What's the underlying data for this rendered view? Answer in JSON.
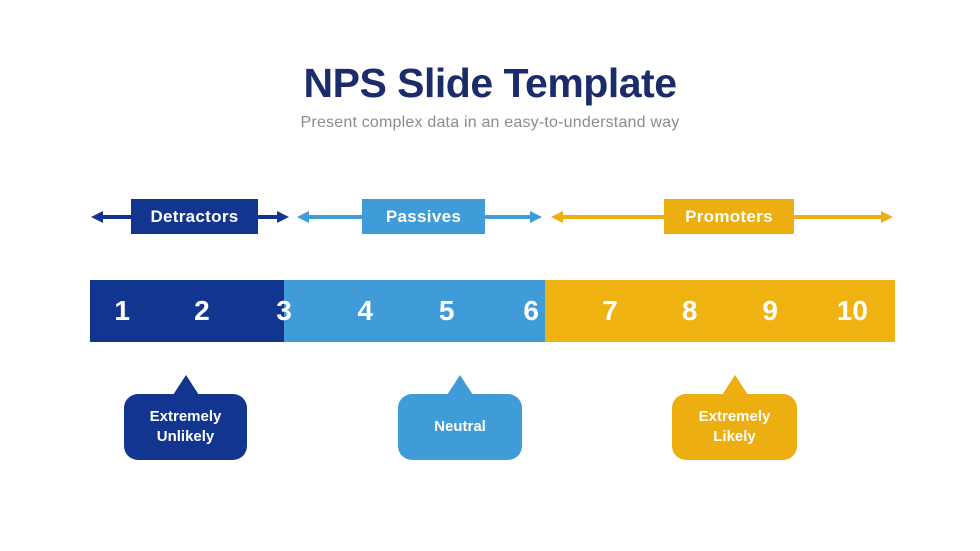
{
  "header": {
    "title": "NPS Slide Template",
    "subtitle": "Present complex data in an easy-to-understand way"
  },
  "categories": [
    {
      "label": "Detractors",
      "color": "#12368F"
    },
    {
      "label": "Passives",
      "color": "#3F9CD8"
    },
    {
      "label": "Promoters",
      "color": "#ECAE10"
    }
  ],
  "scale": {
    "numbers": [
      "1",
      "2",
      "3",
      "4",
      "5",
      "6",
      "7",
      "8",
      "9",
      "10"
    ],
    "segments": [
      {
        "category": "Detractors",
        "color": "#12368F",
        "numbers": [
          1,
          2,
          3
        ]
      },
      {
        "category": "Passives",
        "color": "#3F9CD8",
        "numbers": [
          4,
          5,
          6
        ]
      },
      {
        "category": "Promoters",
        "color": "#EFB211",
        "numbers": [
          7,
          8,
          9,
          10
        ]
      }
    ]
  },
  "callouts": [
    {
      "text": "Extremely\nUnlikely",
      "color": "#12368F"
    },
    {
      "text": "Neutral",
      "color": "#3F9CD8"
    },
    {
      "text": "Extremely\nLikely",
      "color": "#ECAE10"
    }
  ],
  "colors": {
    "title_navy": "#1C2C6B",
    "subtitle_gray": "#8C8C8C",
    "background": "#FFFFFF",
    "label_text": "#FFFFFF"
  }
}
